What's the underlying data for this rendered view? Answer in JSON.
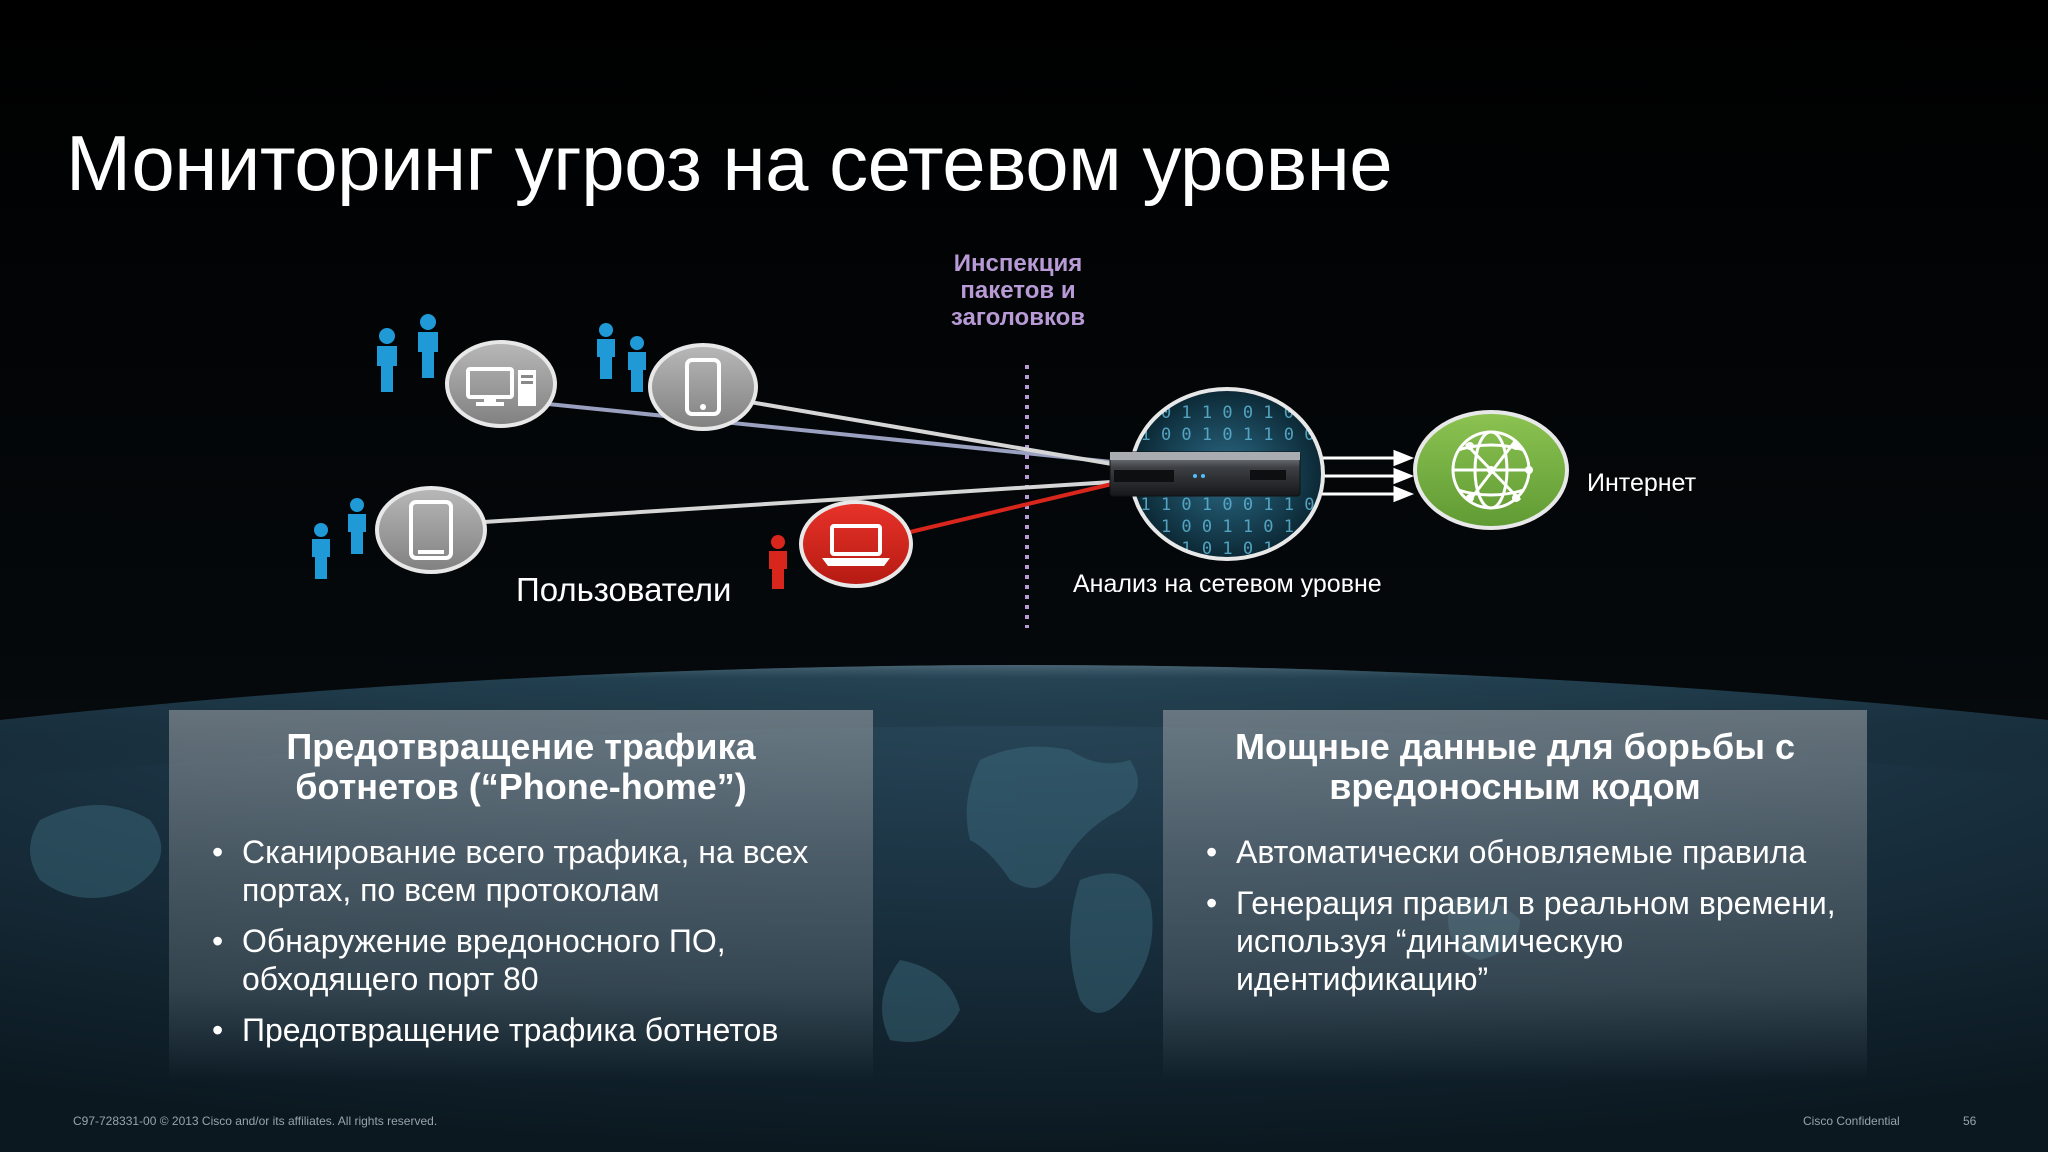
{
  "slide": {
    "title": "Мониторинг угроз на сетевом уровне",
    "inspection_label": [
      "Инспекция",
      "пакетов и",
      "заголовков"
    ],
    "users_label": "Пользователи",
    "analysis_label": "Анализ на сетевом уровне",
    "internet_label": "Интернет"
  },
  "colors": {
    "accent_blue": "#1f9ad6",
    "threat_red": "#d9261c",
    "internet_green": "#7ab648",
    "inspection_purple": "#b89bd6",
    "device_gray": "#9a9a9a"
  },
  "icons": [
    "user-icon",
    "desktop-computer-icon",
    "smartphone-icon",
    "tablet-icon",
    "laptop-icon",
    "network-appliance-icon",
    "globe-icon"
  ],
  "panels": [
    {
      "heading": "Предотвращение трафика ботнетов (“Phone-home”)",
      "bullets": [
        "Сканирование всего трафика, на всех портах, по всем протоколам",
        "Обнаружение вредоносного ПО, обходящего порт 80",
        "Предотвращение трафика ботнетов"
      ]
    },
    {
      "heading": "Мощные данные для борьбы с вредоносным кодом",
      "bullets": [
        "Автоматически обновляемые правила",
        "Генерация правил в реальном времени, используя “динамическую идентификацию”"
      ]
    }
  ],
  "footer": {
    "copyright": "C97-728331-00 © 2013 Cisco and/or its affiliates. All rights reserved.",
    "confidential": "Cisco Confidential",
    "page_number": "56"
  }
}
